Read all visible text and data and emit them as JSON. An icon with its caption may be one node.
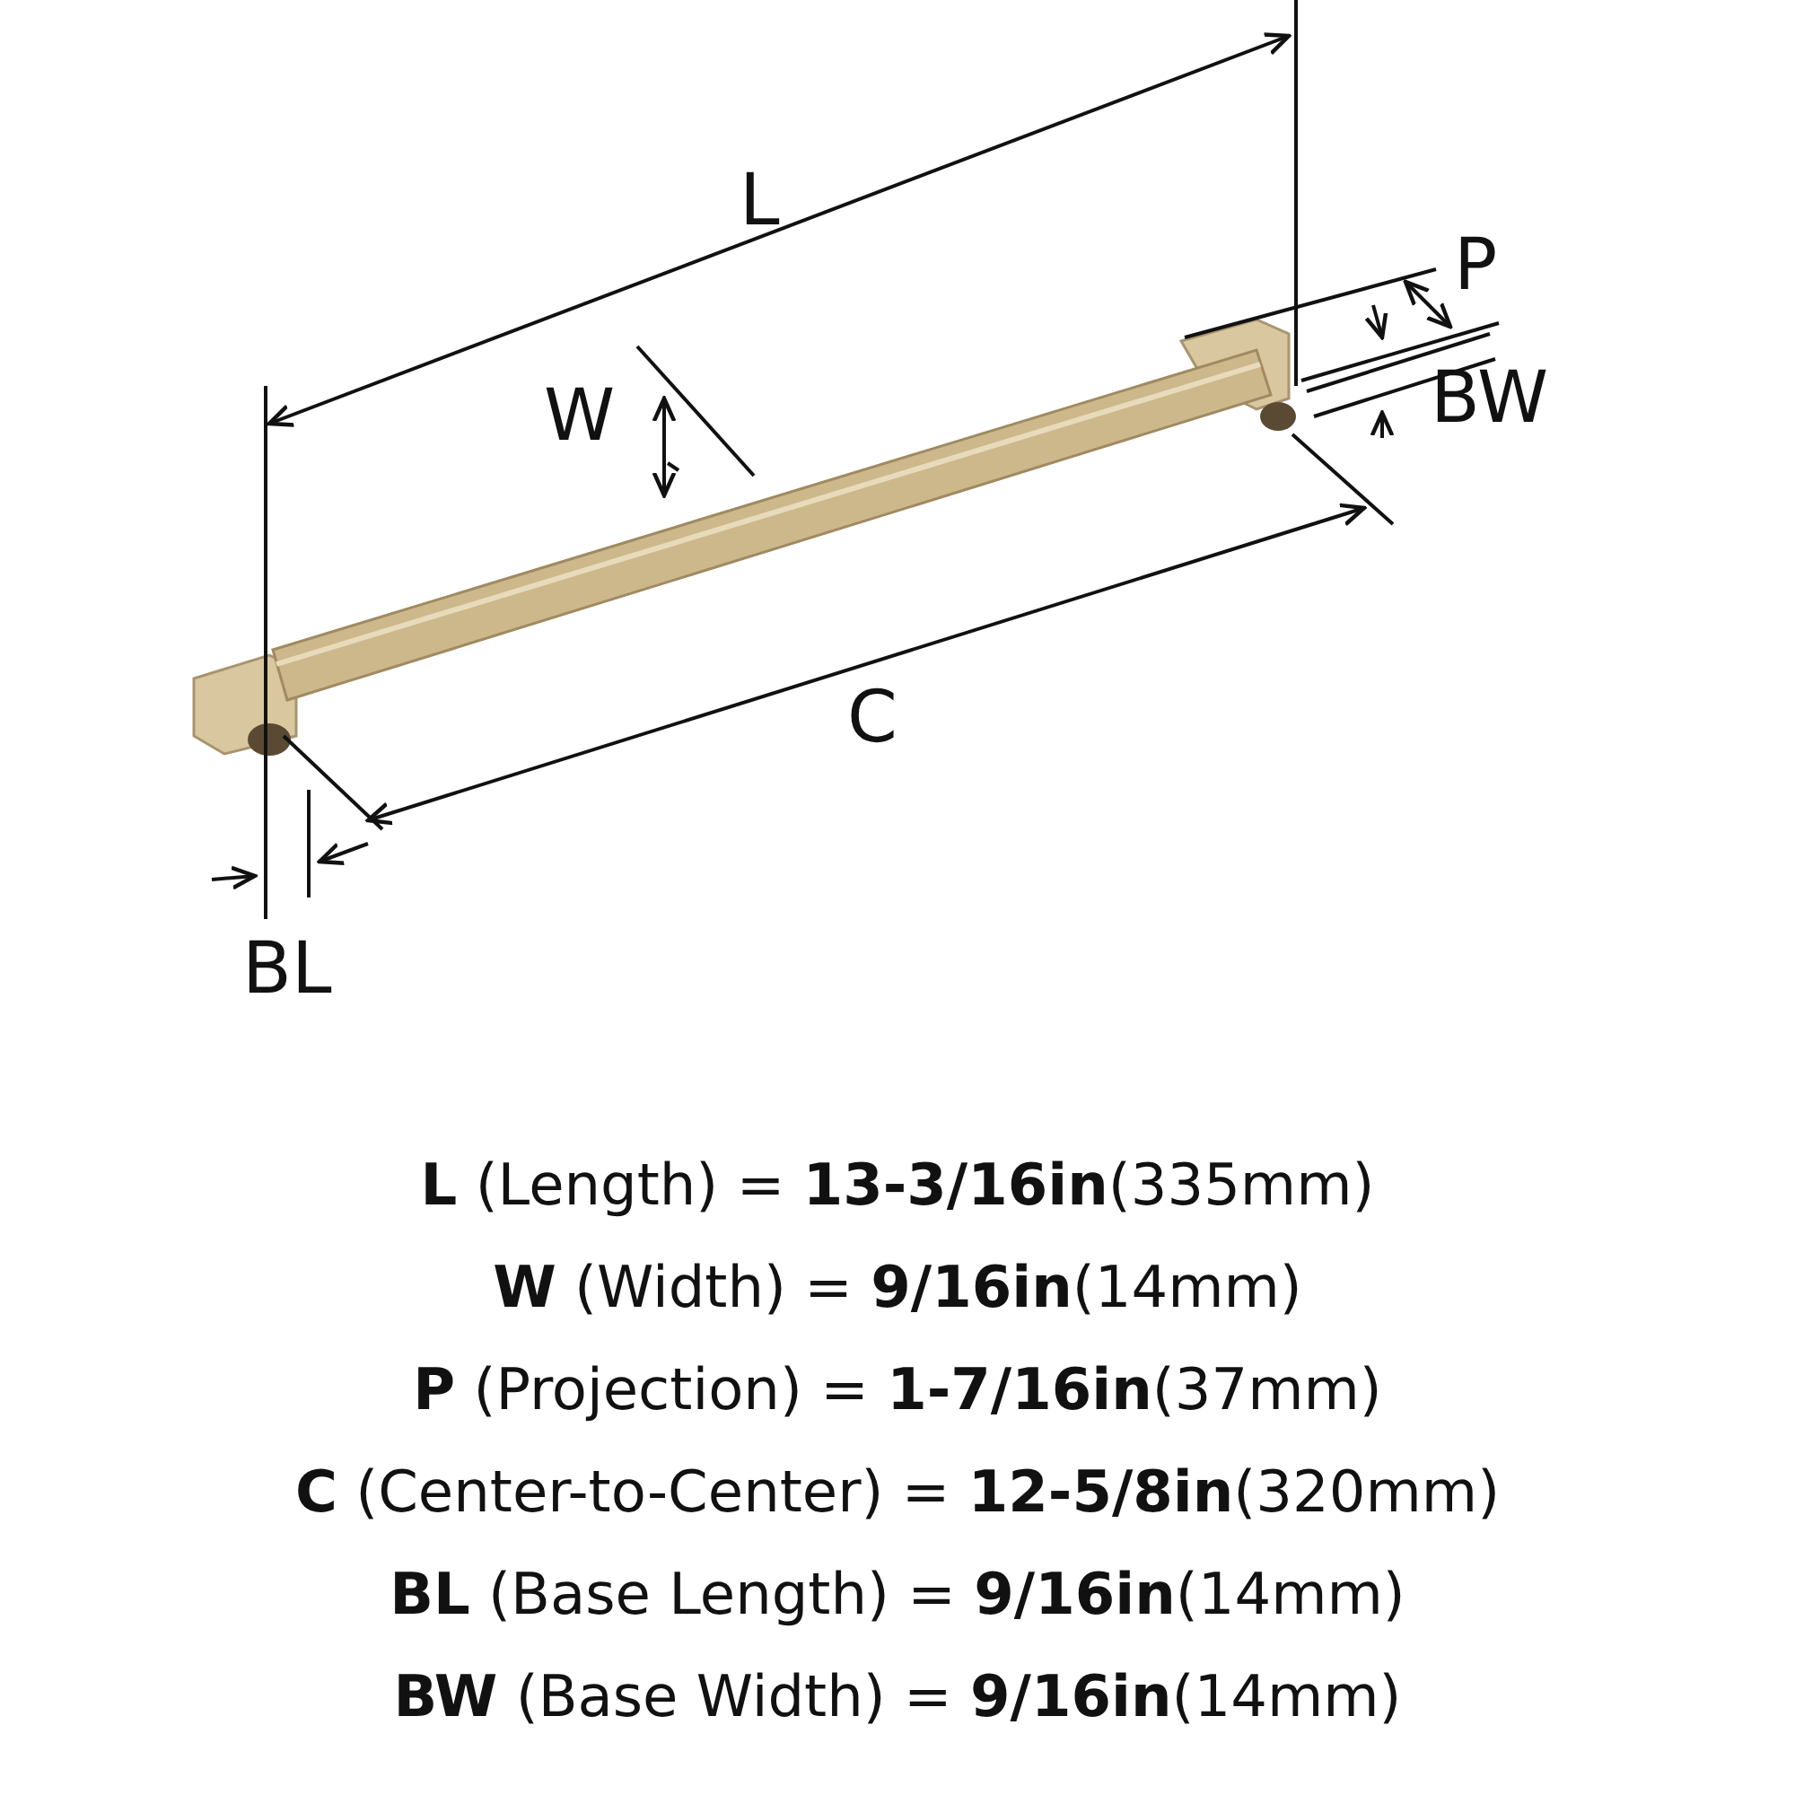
{
  "diagram": {
    "labels": [
      "L",
      "W",
      "P",
      "BW",
      "C",
      "BL",
      "**L** (Length) = **13-3/16in**(335mm)",
      "**W** (Width) = **9/16in**(14mm)",
      "**P** (Projection) = **1-7/16in**(37mm)",
      "**C** (Center-to-Center) = **12-5/8in**(320mm)",
      "**BL** (Base Length) = **9/16in**(14mm)",
      "**BW** (Base Width) = **9/16in**(14mm)"
    ]
  }
}
